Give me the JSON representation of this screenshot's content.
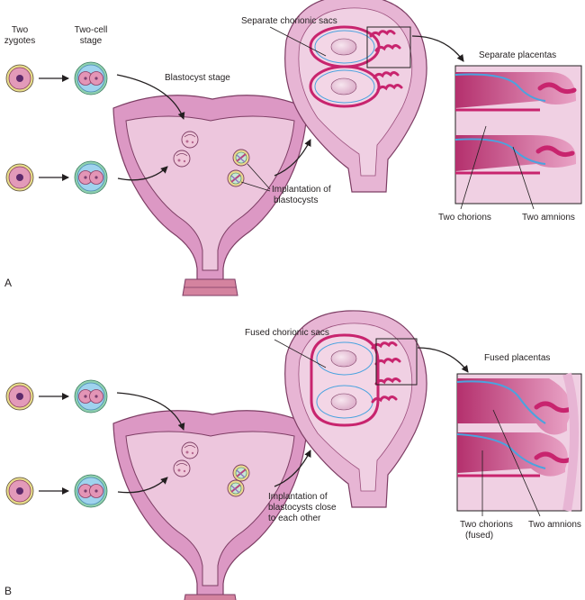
{
  "panel_a": {
    "letter": "A",
    "labels": {
      "two_zygotes": [
        "Two",
        "zygotes"
      ],
      "two_cell_stage": [
        "Two-cell",
        "stage"
      ],
      "blastocyst_stage": "Blastocyst stage",
      "chorionic_sacs": "Separate chorionic sacs",
      "placentas": "Separate placentas",
      "implantation": [
        "Implantation of",
        "blastocysts"
      ],
      "chorions": "Two chorions",
      "amnions": "Two amnions"
    }
  },
  "panel_b": {
    "letter": "B",
    "labels": {
      "chorionic_sacs": "Fused chorionic sacs",
      "placentas": "Fused placentas",
      "implantation": [
        "Implantation of",
        "blastocysts close",
        "to each other"
      ],
      "chorions": [
        "Two chorions",
        "(fused)"
      ],
      "amnions": "Two amnions"
    }
  },
  "colors": {
    "uterus_fill": "#e7b5d4",
    "uterus_wall": "#d98cbd",
    "uterus_outline": "#7d3d64",
    "placenta_red": "#c8246e",
    "membrane_blue": "#4aa3df",
    "zona_yellow": "#e8dd8a",
    "zona_green": "#7fc6a4"
  }
}
